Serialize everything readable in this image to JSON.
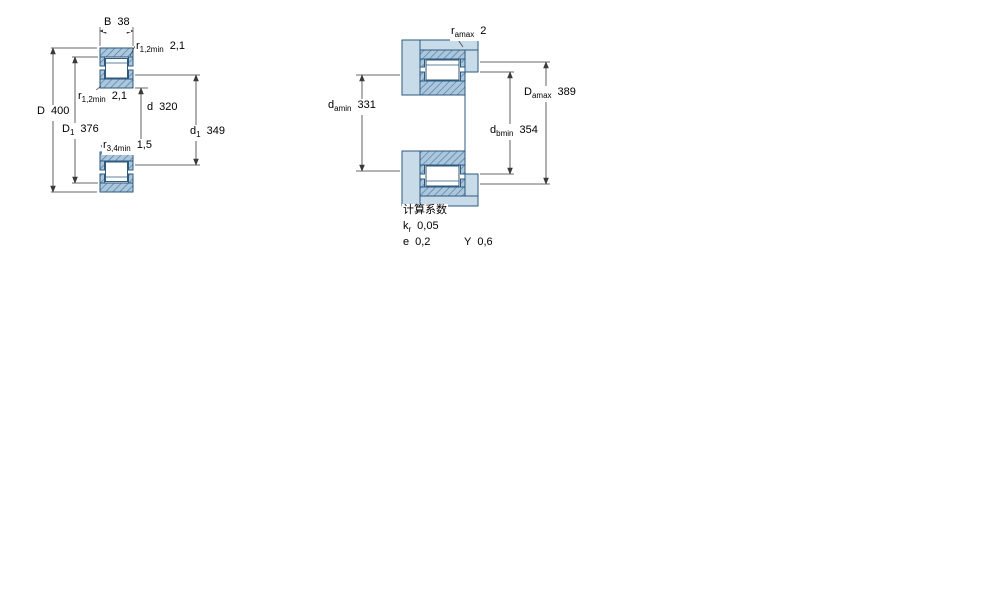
{
  "left_view": {
    "B": {
      "base": "B",
      "value": "38"
    },
    "r12_top": {
      "base": "r",
      "sub": "1,2min",
      "value": "2,1"
    },
    "r12_mid": {
      "base": "r",
      "sub": "1,2min",
      "value": "2,1"
    },
    "D": {
      "base": "D",
      "value": "400"
    },
    "D1": {
      "base": "D",
      "sub": "1",
      "value": "376"
    },
    "d": {
      "base": "d",
      "value": "320"
    },
    "d1": {
      "base": "d",
      "sub": "1",
      "value": "349"
    },
    "r34": {
      "base": "r",
      "sub": "3,4min",
      "value": "1,5"
    }
  },
  "right_view": {
    "ramax": {
      "base": "r",
      "sub": "amax",
      "value": "2"
    },
    "damin": {
      "base": "d",
      "sub": "amin",
      "value": "331"
    },
    "Damax": {
      "base": "D",
      "sub": "amax",
      "value": "389"
    },
    "dbmin": {
      "base": "d",
      "sub": "bmin",
      "value": "354"
    }
  },
  "calc": {
    "title": "计算系数",
    "kr": {
      "base": "k",
      "sub": "r",
      "value": "0,05"
    },
    "e": {
      "base": "e",
      "value": "0,2"
    },
    "Y": {
      "base": "Y",
      "value": "0,6"
    }
  },
  "colors": {
    "bearing_fill": "#aac7dd",
    "bearing_hatch": "#4a7396",
    "support_fill": "#c8dbe9",
    "outline": "#2e5a7d",
    "dimension_line": "#3a3a3a",
    "text": "#000000"
  }
}
